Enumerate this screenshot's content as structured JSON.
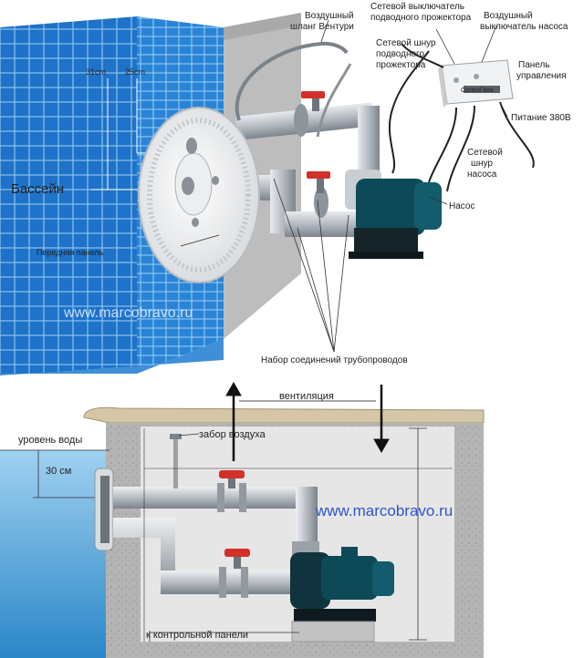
{
  "top": {
    "watermark": "www.marcobravo.ru",
    "labels": {
      "venturi_hose": [
        "Воздушный",
        "шланг Вентури"
      ],
      "light_switch": [
        "Сетевой выключатель",
        "подводного прожектора"
      ],
      "air_pump_switch": [
        "Воздушный",
        "выключатель насоса"
      ],
      "light_cord": [
        "Сетевой шнур",
        "подводного",
        "прожектора"
      ],
      "control_panel": [
        "Панель",
        "управления"
      ],
      "power": "Питание 380В",
      "pump_cord": [
        "Сетевой",
        "шнур",
        "насоса"
      ],
      "pump": "Насос",
      "pool": "Бассейн",
      "front_panel": "Передняя панель",
      "pipe_set": "Набор соединений трубопроводов",
      "dim_31": "31cm",
      "dim_25": "25cm",
      "control_box": "Control box"
    }
  },
  "bottom": {
    "watermark": "www.marcobravo.ru",
    "labels": {
      "ventilation": "вентиляция",
      "air_intake": "забор воздуха",
      "water_level": "уровень воды",
      "dim_30": "30 см",
      "to_control_panel": "к контрольной панели"
    }
  },
  "colors": {
    "tile": "#1e72c8",
    "grout": "#8cc3ee",
    "wall": "#c6c6c6",
    "pipe": "#b9bec4",
    "valve": "#d3302a",
    "pump": "#0d4a58",
    "water": "#4aa2d8",
    "watermark": "#2b56c9"
  }
}
